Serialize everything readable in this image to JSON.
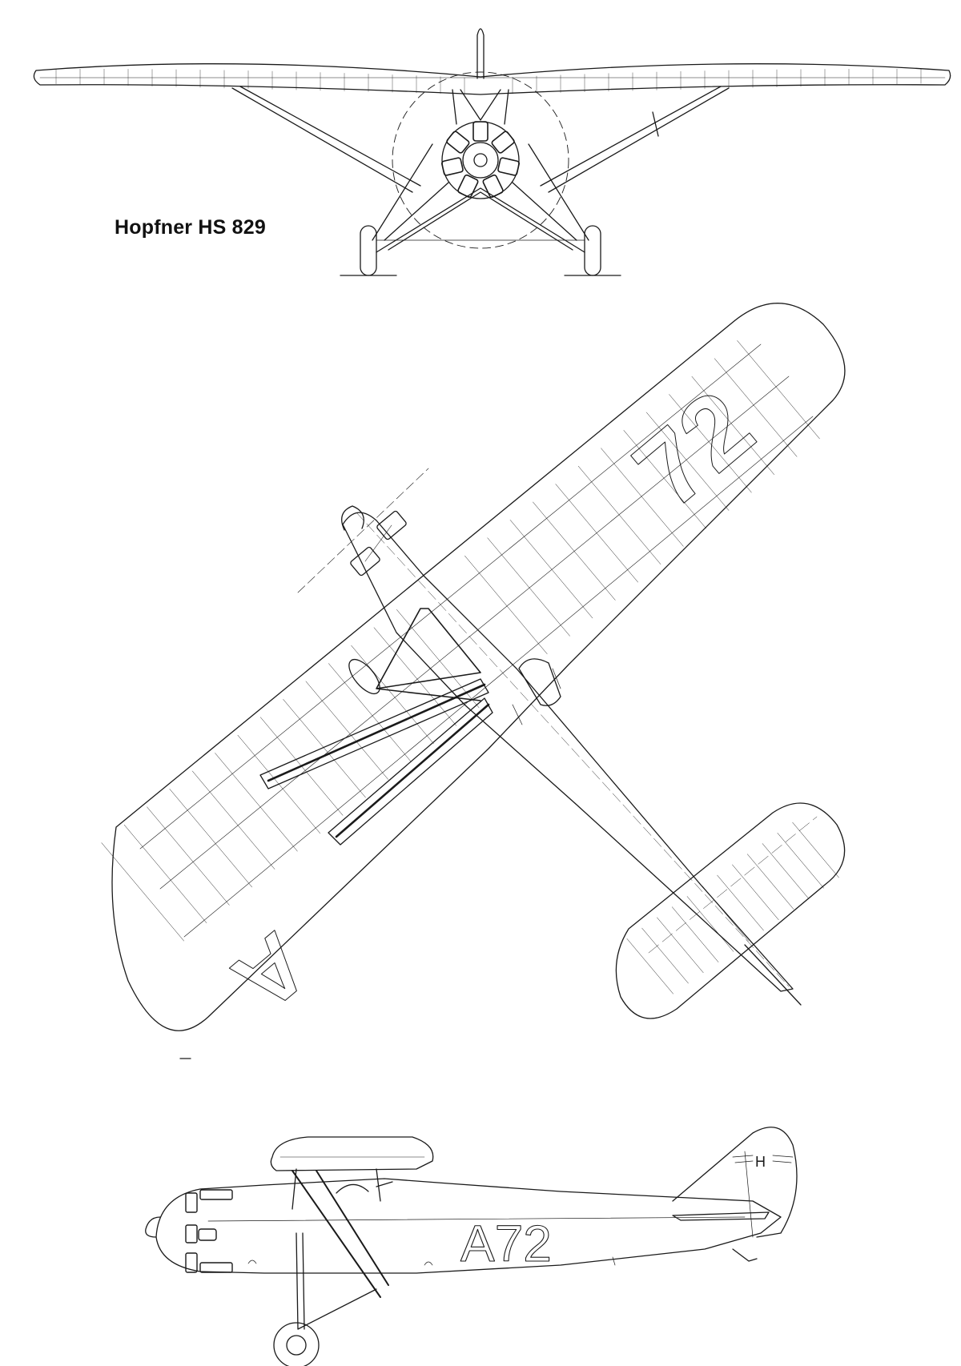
{
  "diagram": {
    "title": "Hopfner HS 829",
    "wing_marking_upper": "72",
    "wing_marking_lower": "A",
    "fuselage_registration": "A72",
    "fin_emblem_letter": "H",
    "line_color": "#1a1a1a",
    "paper_color": "#ffffff"
  }
}
